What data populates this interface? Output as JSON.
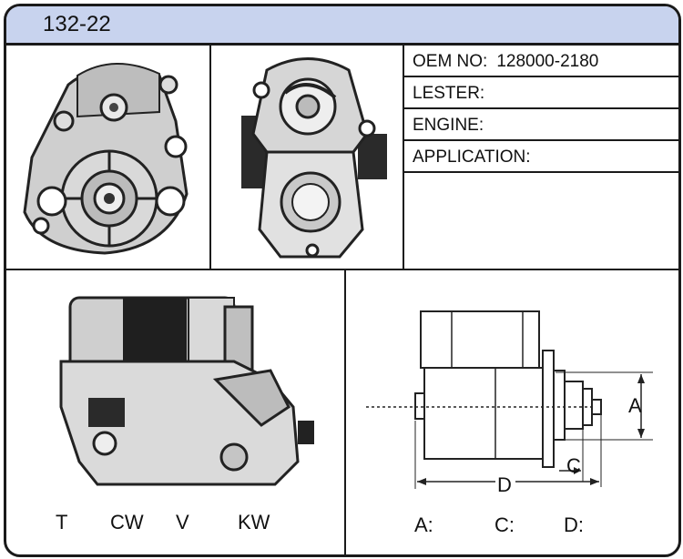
{
  "header": {
    "title": "132-22"
  },
  "specs": [
    {
      "label": "OEM NO:",
      "value": "128000-2180"
    },
    {
      "label": "LESTER:",
      "value": ""
    },
    {
      "label": "ENGINE:",
      "value": ""
    },
    {
      "label": "APPLICATION:",
      "value": ""
    }
  ],
  "rotation": {
    "t": "T",
    "cw": "CW",
    "v": "V",
    "kw": "KW"
  },
  "dimensions": {
    "a_label": "A",
    "c_label": "C",
    "d_label": "D",
    "a_field": "A:",
    "c_field": "C:",
    "d_field": "D:"
  }
}
